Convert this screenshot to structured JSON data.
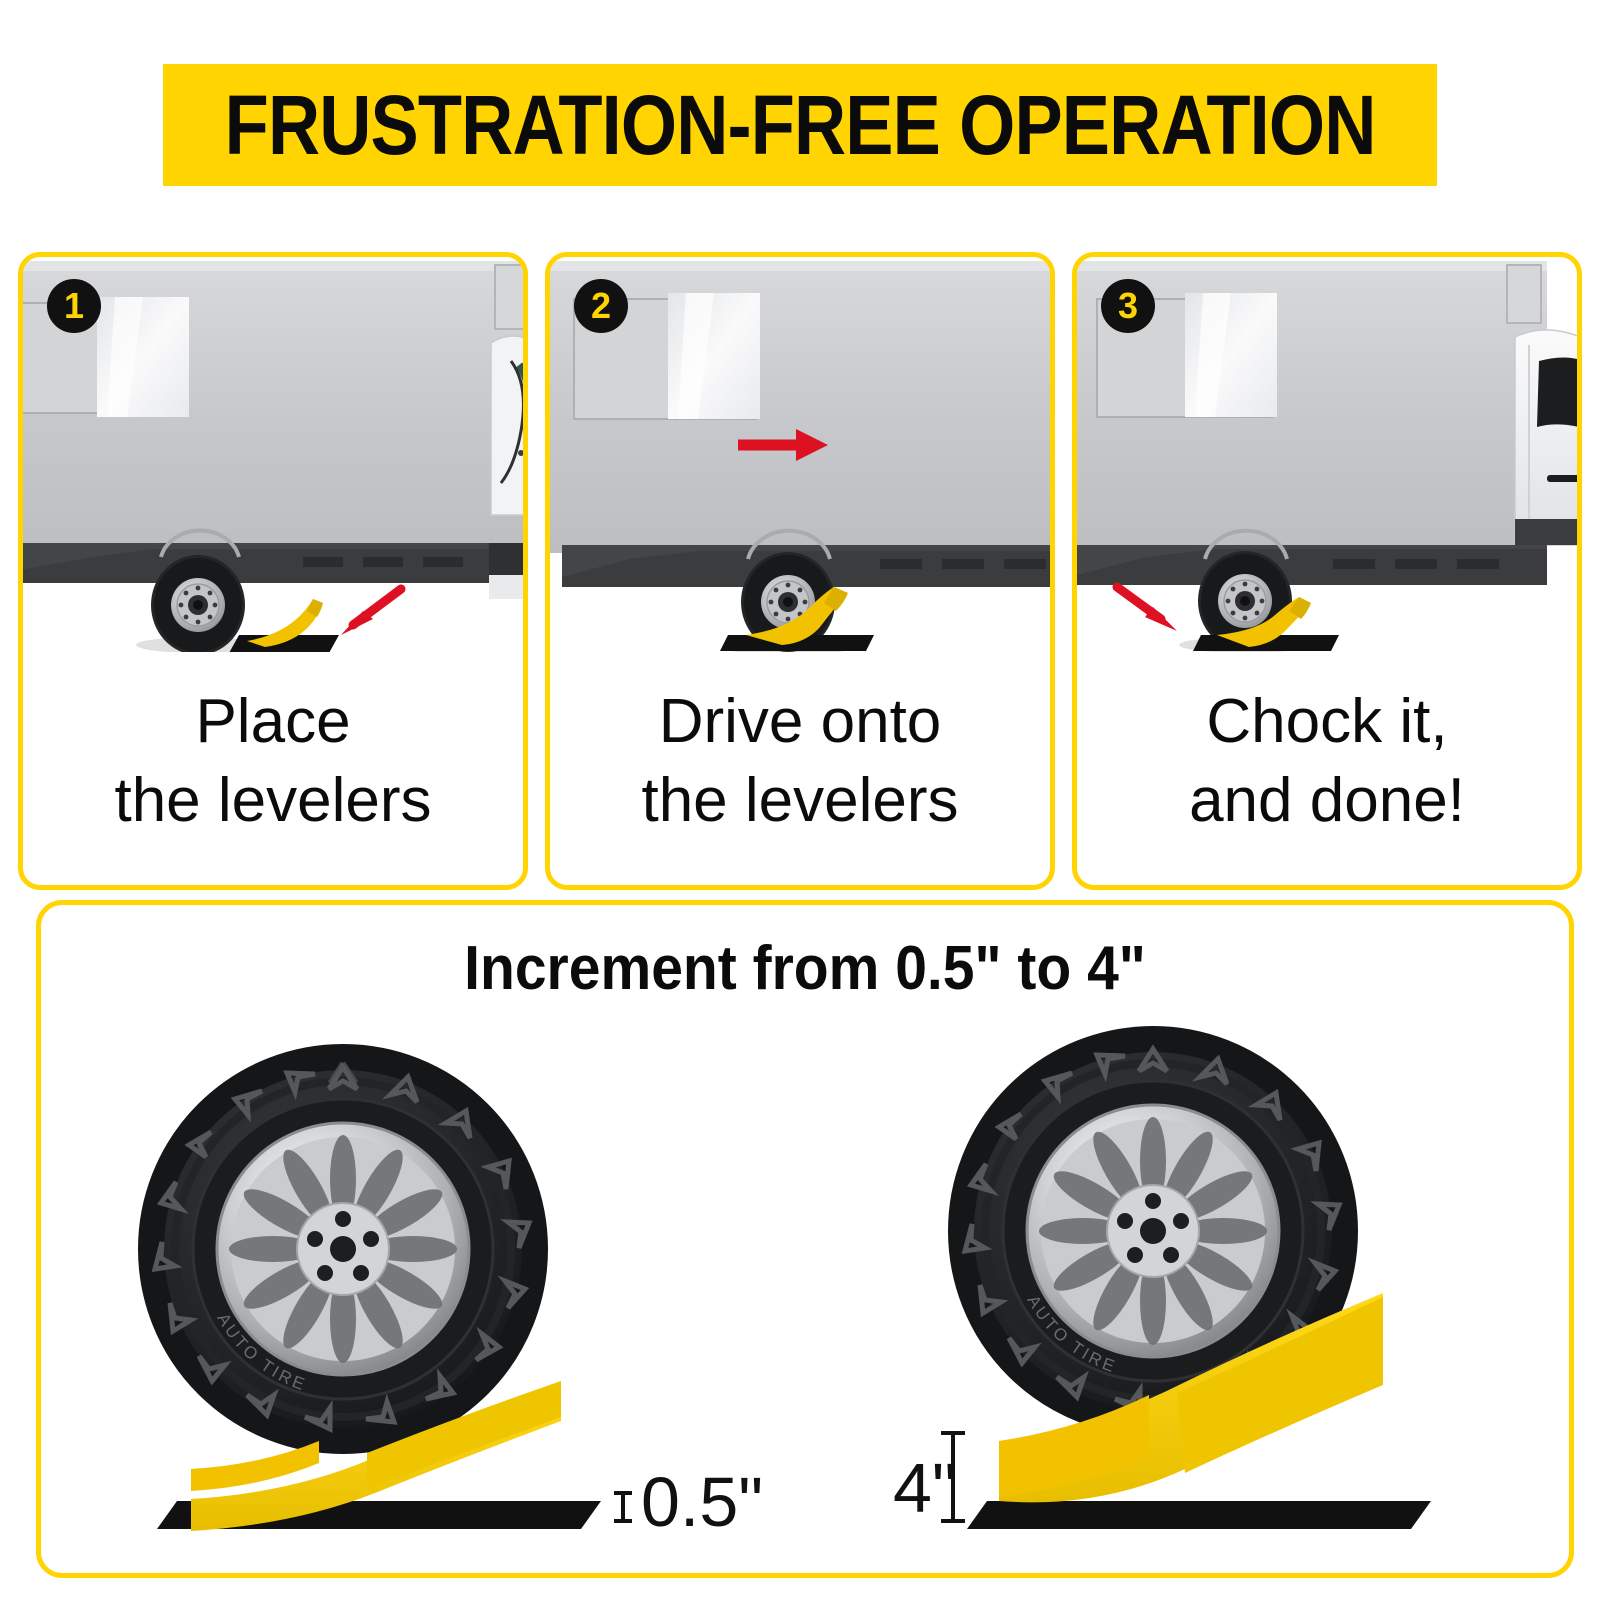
{
  "banner": {
    "title": "FRUSTRATION-FREE OPERATION"
  },
  "colors": {
    "brand_yellow": "#FFD400",
    "leveler_yellow": "#F2C200",
    "arrow_red": "#DD1122",
    "badge_black": "#111111",
    "rv_body_gray": "#C9CBCD",
    "mat_black": "#111111"
  },
  "steps": [
    {
      "number": "1",
      "caption_line1": "Place",
      "caption_line2": "the levelers",
      "arrow": "red-arrow-down-left",
      "scene": "rv-with-leveler-ramp-on-ground"
    },
    {
      "number": "2",
      "caption_line1": "Drive onto",
      "caption_line2": "the levelers",
      "arrow": "red-arrow-right",
      "scene": "rv-tire-driving-onto-leveler"
    },
    {
      "number": "3",
      "caption_line1": "Chock it,",
      "caption_line2": "and done!",
      "arrow": "red-arrow-down-right",
      "scene": "rv-tire-chocked-on-leveler"
    }
  ],
  "increment": {
    "title": "Increment from 0.5\" to 4\"",
    "tires": [
      {
        "label": "0.5\"",
        "height_in": 0.5,
        "sidewall_text": "AUTO TIRE",
        "marker": "dimension-i-beam"
      },
      {
        "label": "4\"",
        "height_in": 4,
        "sidewall_text": "AUTO TIRE",
        "marker": "dimension-i-beam"
      }
    ]
  }
}
